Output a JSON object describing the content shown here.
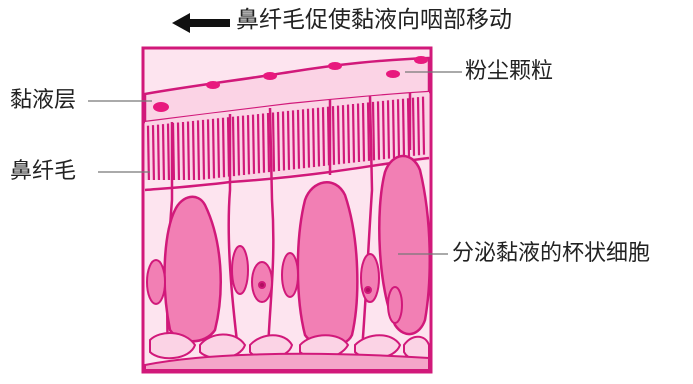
{
  "title": "鼻纤毛促使黏液向咽部移动",
  "labels": {
    "mucus_layer": "黏液层",
    "cilia": "鼻纤毛",
    "dust": "粉尘颗粒",
    "goblet_cell": "分泌黏液的杯状细胞"
  },
  "colors": {
    "outline": "#d1197a",
    "light_pink": "#fbd3e5",
    "mid_pink": "#f27fb4",
    "particle": "#e8197e",
    "text": "#222222"
  }
}
